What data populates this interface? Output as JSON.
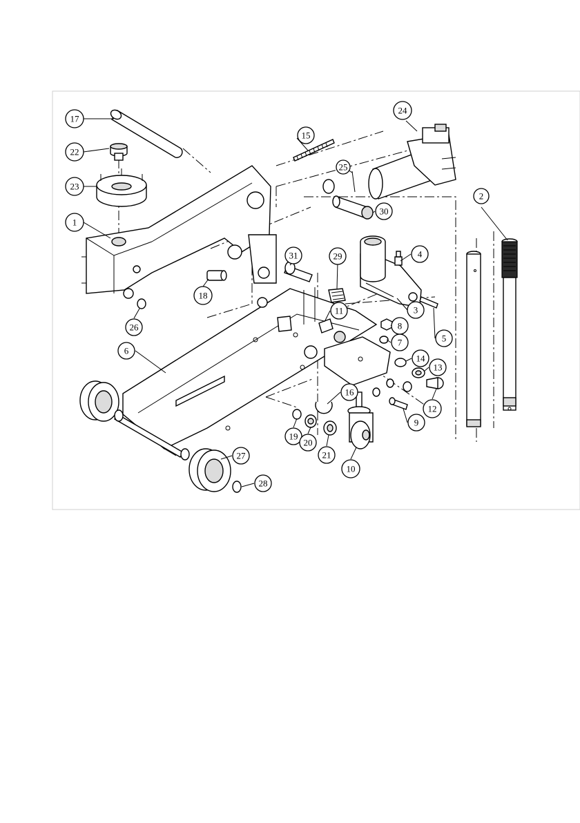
{
  "diagram": {
    "callouts": [
      {
        "label": "1"
      },
      {
        "label": "2"
      },
      {
        "label": "3"
      },
      {
        "label": "4"
      },
      {
        "label": "5"
      },
      {
        "label": "6"
      },
      {
        "label": "7"
      },
      {
        "label": "8"
      },
      {
        "label": "9"
      },
      {
        "label": "10"
      },
      {
        "label": "11"
      },
      {
        "label": "12"
      },
      {
        "label": "13"
      },
      {
        "label": "14"
      },
      {
        "label": "15"
      },
      {
        "label": "16"
      },
      {
        "label": "17"
      },
      {
        "label": "18"
      },
      {
        "label": "19"
      },
      {
        "label": "20"
      },
      {
        "label": "21"
      },
      {
        "label": "22"
      },
      {
        "label": "23"
      },
      {
        "label": "24"
      },
      {
        "label": "25"
      },
      {
        "label": "26"
      },
      {
        "label": "27"
      },
      {
        "label": "28"
      },
      {
        "label": "29"
      },
      {
        "label": "30"
      },
      {
        "label": "31"
      }
    ]
  }
}
